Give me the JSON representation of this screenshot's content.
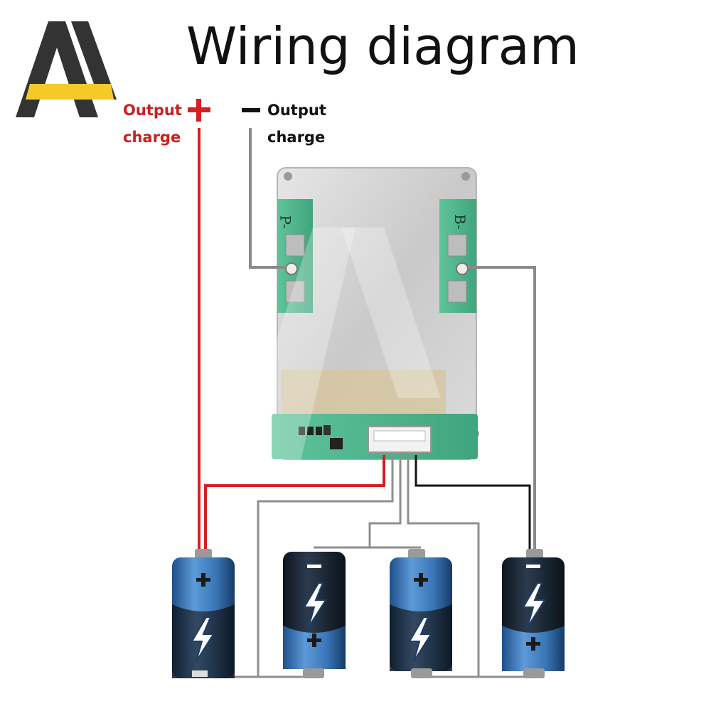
{
  "title": "Wiring diagram",
  "labels": {
    "positive_line1": "Output",
    "positive_line2": "charge",
    "negative_line1": "Output",
    "negative_line2": "charge"
  },
  "board": {
    "pad_left_label": "P-",
    "pad_right_label": "B-"
  },
  "icons": {
    "logo": "letter-a-logo-icon",
    "plus": "plus-icon",
    "minus": "minus-icon",
    "bolt": "lightning-bolt-icon"
  },
  "colors": {
    "positive_wire": "#d42020",
    "negative_wire": "#888888",
    "balance_black": "#111111",
    "cell_dark": "#1c2a3a",
    "cell_light": "#3b74b5",
    "logo_yellow": "#f5c92a"
  }
}
